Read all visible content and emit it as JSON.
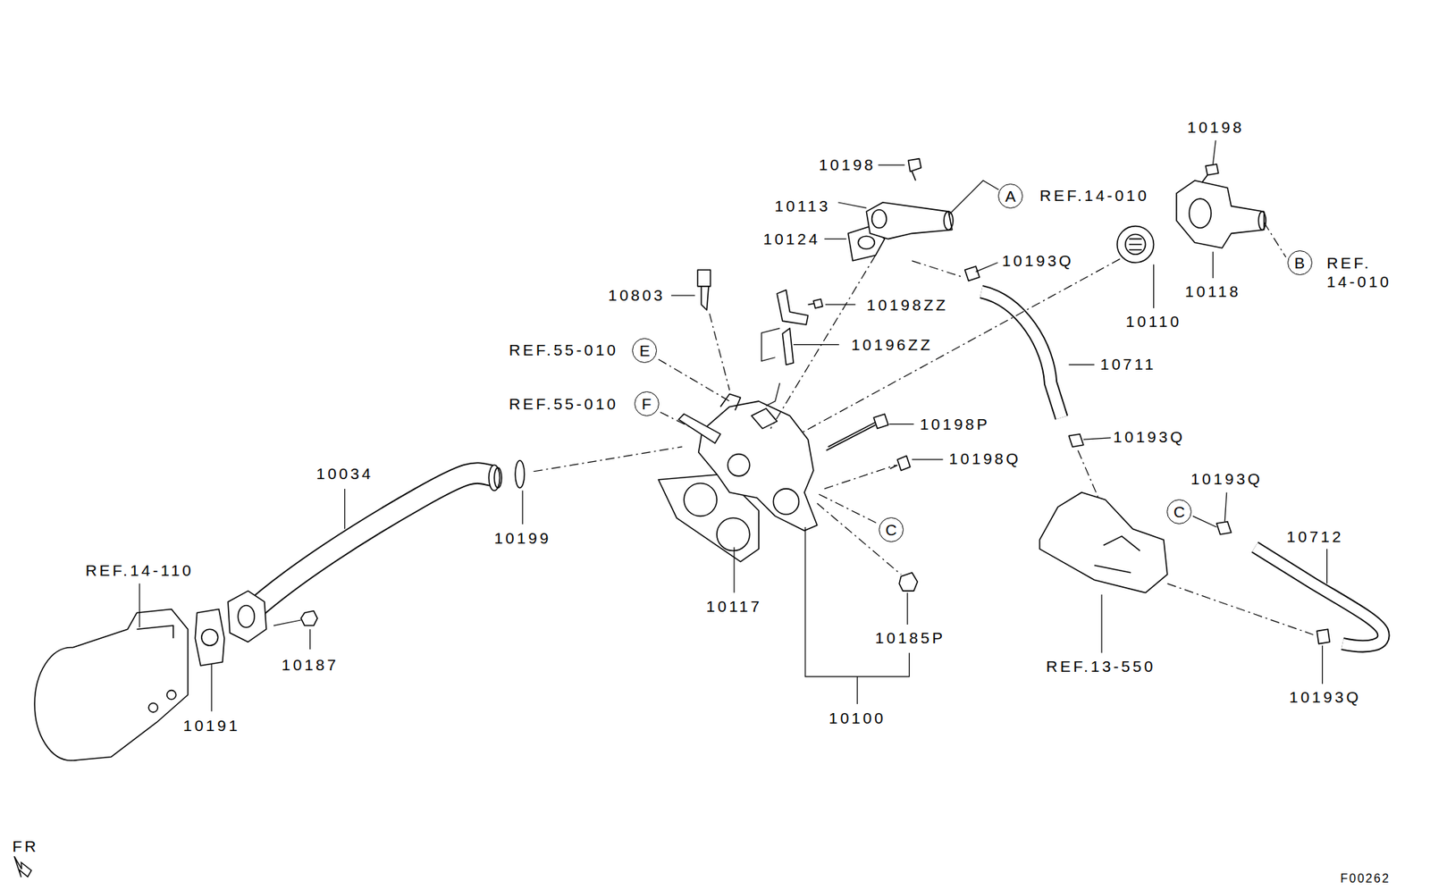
{
  "diagram": {
    "nodes": [
      {
        "text": [
          "A"
        ]
      },
      {
        "text": [
          "B"
        ]
      },
      {
        "text": [
          "E"
        ]
      },
      {
        "text": [
          "F"
        ]
      },
      {
        "text": [
          "C"
        ]
      },
      {
        "text": [
          "C"
        ]
      }
    ],
    "labels": [
      "10198",
      "10113",
      "REF.14-010",
      "10198",
      "10124",
      "10193Q",
      "REF. 14-010",
      "10118",
      "10803",
      "10198ZZ",
      "10110",
      "10196ZZ",
      "REF.55-010",
      "10711",
      "REF.55-010",
      "10198P",
      "10193Q",
      "10198Q",
      "10034",
      "10193Q",
      "10199",
      "10712",
      "REF.14-110",
      "10117",
      "10185P",
      "10187",
      "REF.13-550",
      "10193Q",
      "10100",
      "10191",
      "FR",
      "F00262"
    ]
  }
}
